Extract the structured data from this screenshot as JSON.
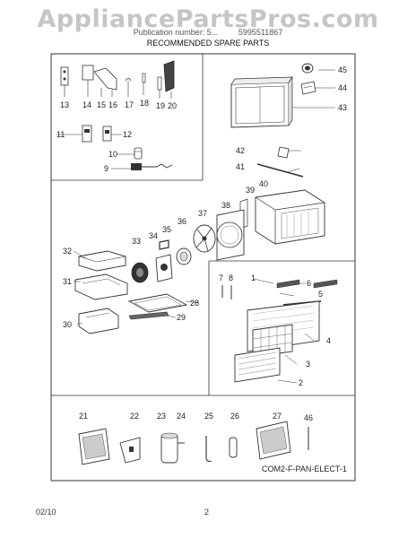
{
  "watermark": "AppliancePartsPros.com",
  "header": {
    "left": "Publication number: 5...",
    "right": "5995511867"
  },
  "subtitle": "RECOMMENDED SPARE PARTS",
  "diagram_code": "COM2-F-PAN-ELECT-1",
  "footer": {
    "date": "02/10",
    "page": "2"
  },
  "part_numbers": [
    "1",
    "2",
    "3",
    "4",
    "5",
    "6",
    "7",
    "8",
    "9",
    "10",
    "11",
    "12",
    "13",
    "14",
    "15",
    "16",
    "17",
    "18",
    "19",
    "20",
    "21",
    "22",
    "23",
    "24",
    "25",
    "26",
    "27",
    "28",
    "29",
    "30",
    "31",
    "32",
    "33",
    "34",
    "35",
    "36",
    "37",
    "38",
    "39",
    "40",
    "41",
    "42",
    "43",
    "44",
    "45",
    "46"
  ]
}
